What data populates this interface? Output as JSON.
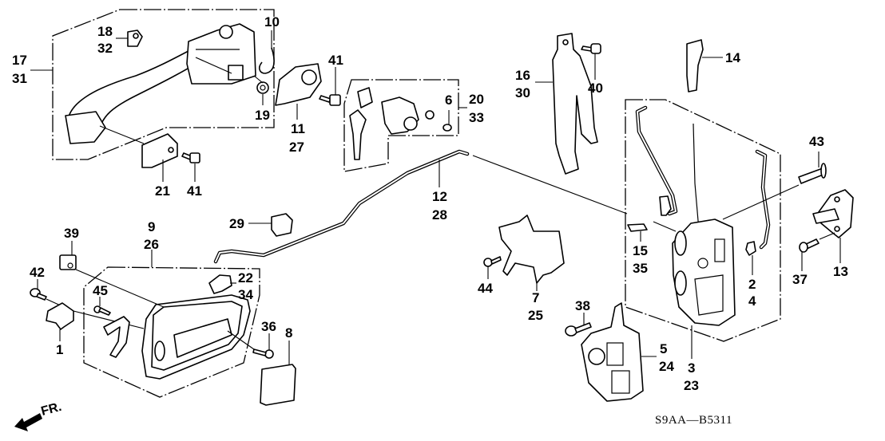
{
  "diagram": {
    "title_code": "S9AA—B5311",
    "direction_label": "FR.",
    "direction_icon": "front-arrow-icon",
    "callouts": {
      "p1": "1",
      "p2": "2",
      "p4": "4",
      "p3": "3",
      "p23": "23",
      "p5": "5",
      "p24": "24",
      "p6": "6",
      "p7": "7",
      "p25": "25",
      "p8": "8",
      "p9": "9",
      "p26": "26",
      "p10": "10",
      "p11": "11",
      "p27": "27",
      "p12": "12",
      "p28": "28",
      "p13": "13",
      "p14": "14",
      "p15": "15",
      "p35": "35",
      "p16": "16",
      "p30": "30",
      "p17": "17",
      "p31": "31",
      "p18": "18",
      "p32": "32",
      "p19": "19",
      "p20": "20",
      "p33": "33",
      "p21": "21",
      "p22": "22",
      "p34": "34",
      "p29": "29",
      "p36": "36",
      "p37": "37",
      "p38": "38",
      "p39": "39",
      "p40": "40",
      "p41a": "41",
      "p41b": "41",
      "p42": "42",
      "p43": "43",
      "p44": "44",
      "p45": "45"
    },
    "parts": [
      {
        "name": "outer-door-handle",
        "labels": [
          "17",
          "31"
        ]
      },
      {
        "name": "handle-spring-clip",
        "labels": [
          "18",
          "32"
        ]
      },
      {
        "name": "handle-rod-clip",
        "labels": [
          "10"
        ]
      },
      {
        "name": "handle-grommet",
        "labels": [
          "19"
        ]
      },
      {
        "name": "handle-base-cover",
        "labels": [
          "11",
          "27"
        ]
      },
      {
        "name": "handle-protector",
        "labels": [
          "21"
        ]
      },
      {
        "name": "door-cylinder-set",
        "labels": [
          "20",
          "33"
        ]
      },
      {
        "name": "cylinder-screw",
        "labels": [
          "6"
        ]
      },
      {
        "name": "latch-rod",
        "labels": [
          "12",
          "28"
        ]
      },
      {
        "name": "sash-bracket",
        "labels": [
          "16",
          "30"
        ]
      },
      {
        "name": "door-stopper",
        "labels": [
          "14"
        ]
      },
      {
        "name": "door-lock-actuator-assembly",
        "labels": [
          "3",
          "23"
        ]
      },
      {
        "name": "rod-holder",
        "labels": [
          "2",
          "4"
        ]
      },
      {
        "name": "rod-clip",
        "labels": [
          "15",
          "35"
        ]
      },
      {
        "name": "door-striker",
        "labels": [
          "13"
        ]
      },
      {
        "name": "lock-cover",
        "labels": [
          "5",
          "24"
        ]
      },
      {
        "name": "latch-protector",
        "labels": [
          "7",
          "25"
        ]
      },
      {
        "name": "inside-handle-assembly",
        "labels": [
          "9",
          "26"
        ]
      },
      {
        "name": "inside-handle-cover",
        "labels": [
          "8"
        ]
      },
      {
        "name": "rod-end-clip",
        "labels": [
          "22",
          "34"
        ]
      },
      {
        "name": "rod-holder-clip",
        "labels": [
          "29"
        ]
      },
      {
        "name": "inside-handle-bracket",
        "labels": [
          "1"
        ]
      },
      {
        "name": "clip-nut",
        "labels": [
          "39"
        ]
      }
    ]
  }
}
